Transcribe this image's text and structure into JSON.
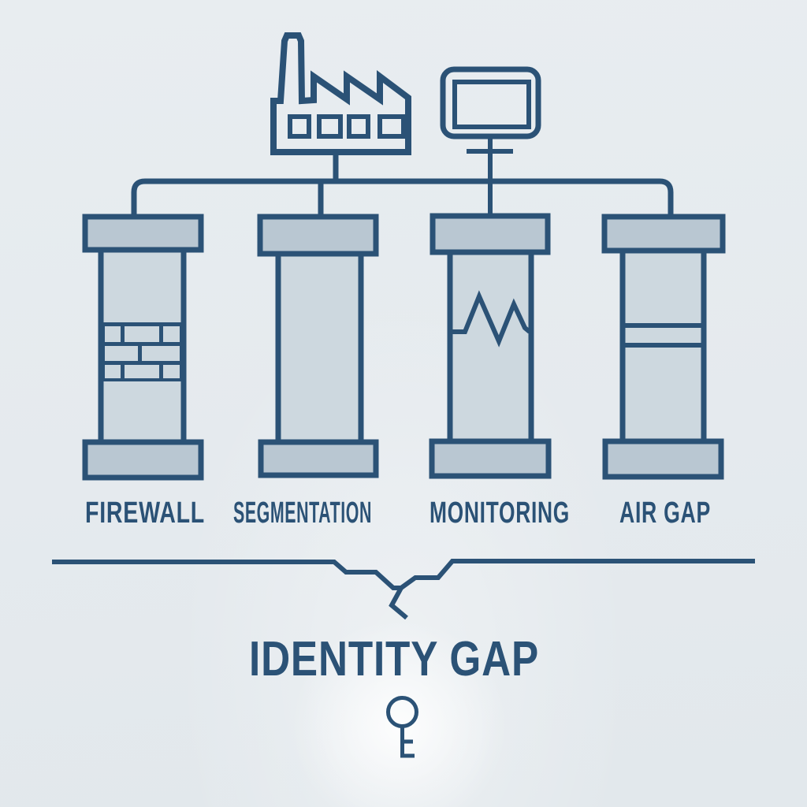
{
  "colors": {
    "ink_outline": "#2b5276",
    "pillar_cap_fill": "#b9c7d2",
    "pillar_shaft_fill": "#cdd8df",
    "background": "#e6ebee",
    "text": "#2b5276"
  },
  "top_icons": {
    "factory": "factory-icon",
    "monitor": "monitor-icon"
  },
  "pillars": [
    {
      "label": "FIREWALL",
      "pattern": "brick-wall"
    },
    {
      "label": "SEGMENTATION",
      "pattern": "plain"
    },
    {
      "label": "MONITORING",
      "pattern": "zigzag-crack"
    },
    {
      "label": "AIR GAP",
      "pattern": "horizontal-band"
    }
  ],
  "gap": {
    "title": "IDENTITY GAP",
    "icon": "key-icon"
  }
}
